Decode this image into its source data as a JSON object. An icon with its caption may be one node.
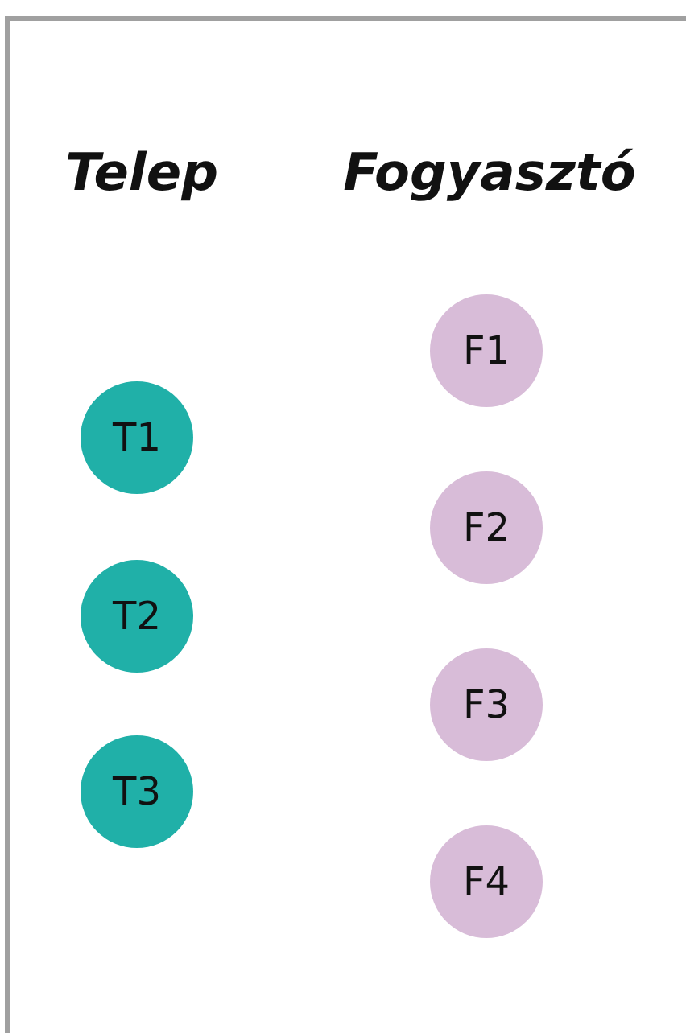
{
  "diagram": {
    "nodes": [
      {
        "text": [
          "T1"
        ]
      },
      {
        "text": [
          "T2"
        ]
      },
      {
        "text": [
          "T3"
        ]
      },
      {
        "text": [
          "F1"
        ]
      },
      {
        "text": [
          "F2"
        ]
      },
      {
        "text": [
          "F3"
        ]
      },
      {
        "text": [
          "F4"
        ]
      }
    ],
    "labels": [
      "Telep",
      "Fogyasztó"
    ]
  }
}
